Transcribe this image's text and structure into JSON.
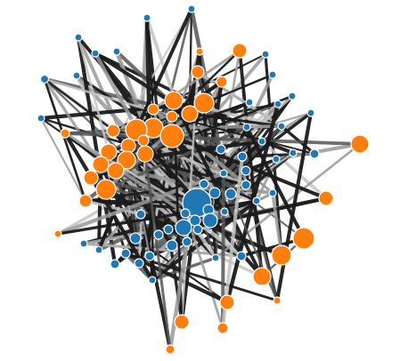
{
  "graph": {
    "type": "network-graph",
    "background": "#ffffff",
    "groups": [
      {
        "id": "blue",
        "color": "#1f77b4"
      },
      {
        "id": "orange",
        "color": "#ff7f0e"
      }
    ],
    "edge_colors": {
      "strong": "#1a1a1a",
      "medium": "#555555",
      "weak": "#999999",
      "faint": "#c4c4c4"
    }
  }
}
